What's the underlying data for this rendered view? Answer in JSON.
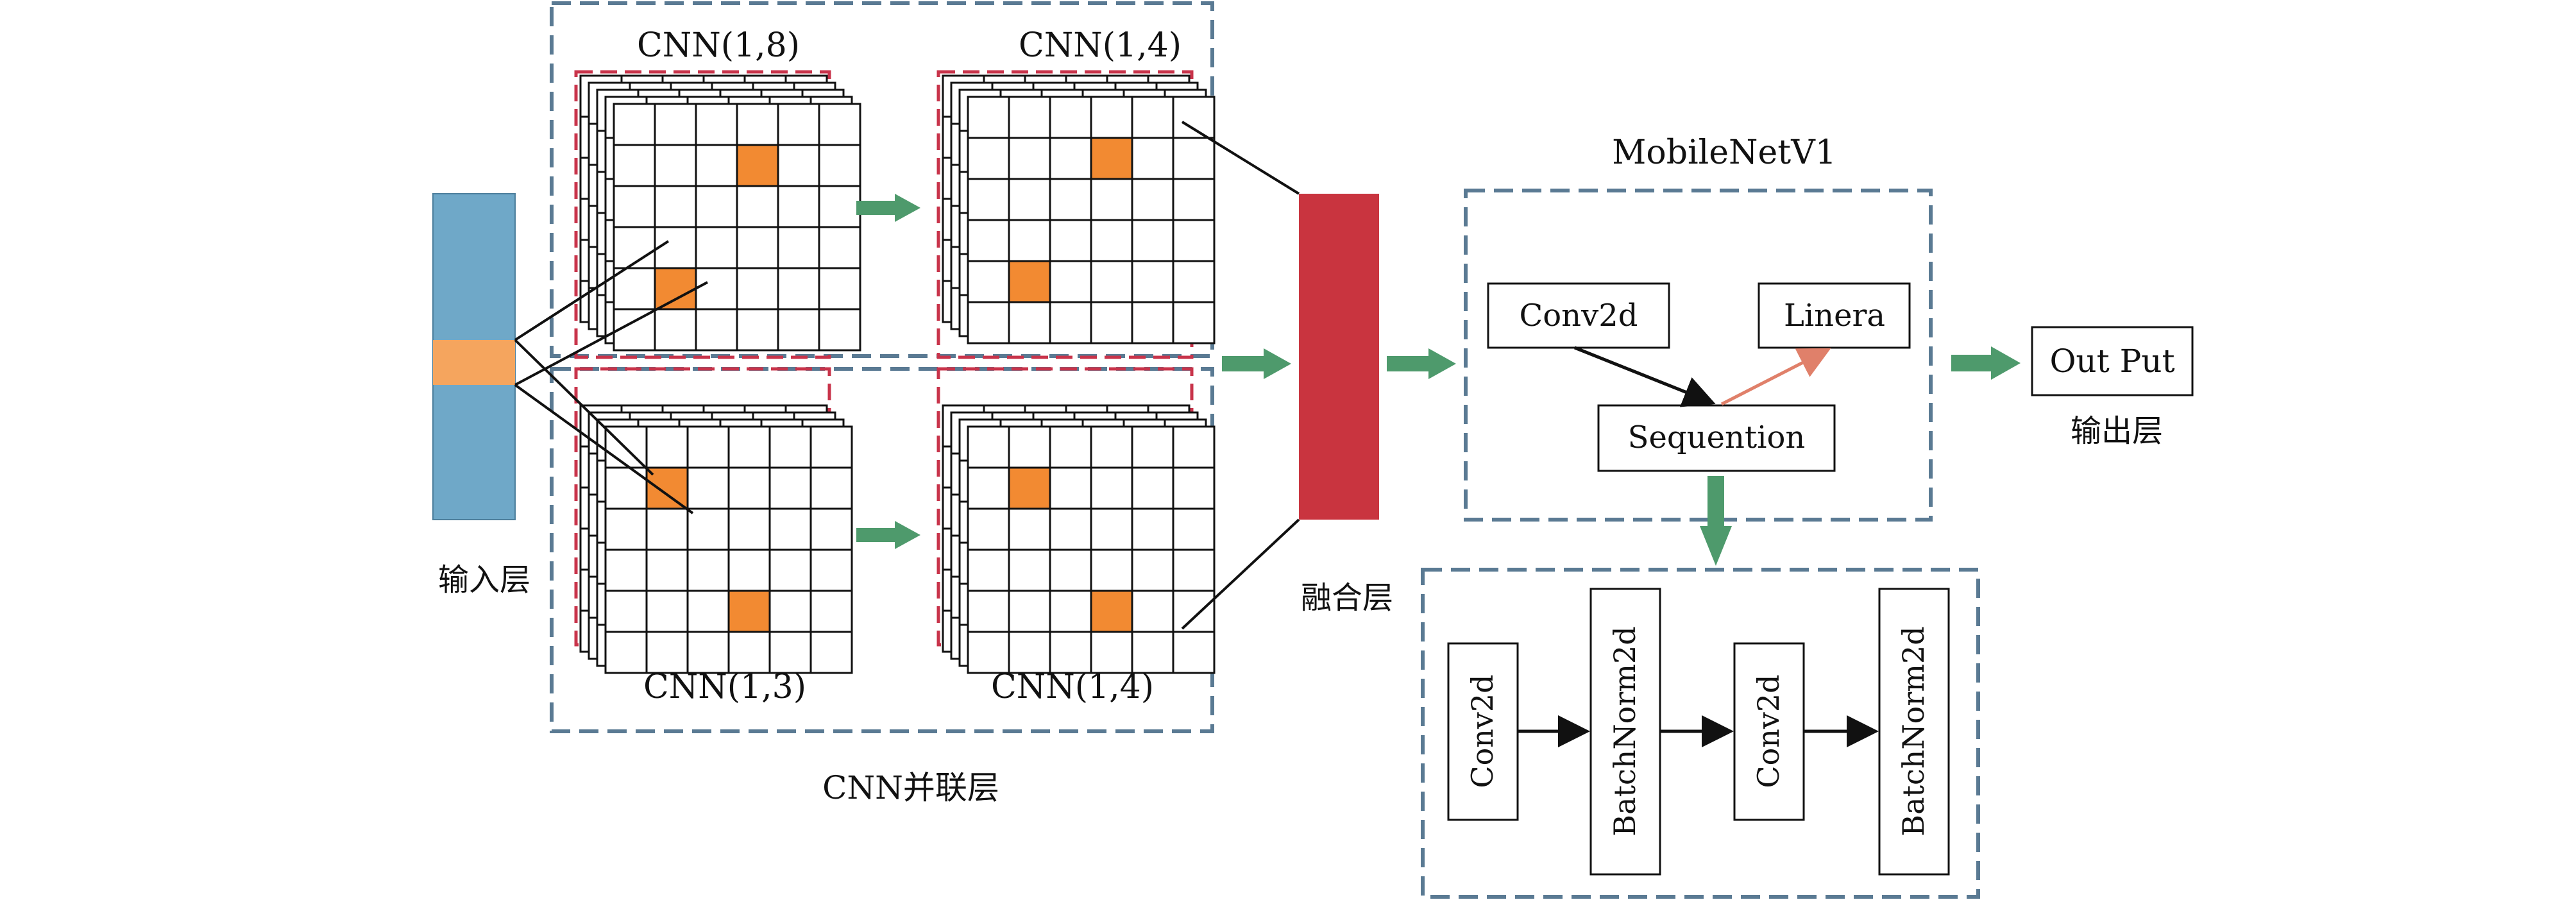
{
  "input_layer": {
    "label": "输入层"
  },
  "cnn_parallel": {
    "label": "CNN并联层",
    "blocks": [
      {
        "title": "CNN(1,8)"
      },
      {
        "title": "CNN(1,4)"
      },
      {
        "title": "CNN(1,3)"
      },
      {
        "title": "CNN(1,4)"
      }
    ]
  },
  "fusion_layer": {
    "label": "融合层"
  },
  "mobilenet": {
    "title": "MobileNetV1",
    "conv_label": "Conv2d",
    "linear_label": "Linera",
    "sequential_label": "Sequention"
  },
  "sequence_detail": {
    "items": [
      "Conv2d",
      "BatchNorm2d",
      "Conv2d",
      "BatchNorm2d"
    ]
  },
  "output": {
    "box_label": "Out Put",
    "caption": "输出层"
  },
  "colors": {
    "dashed_border": "#5a7a93",
    "red_dashed": "#c8334a",
    "input_bar": "#6fa8c8",
    "input_highlight": "#f5a55e",
    "cell_highlight": "#f28a32",
    "fusion": "#c9343f",
    "green_arrow": "#4e9a6c",
    "salmon_arrow": "#e0806a"
  },
  "icons": [
    "right-arrow-icon",
    "down-arrow-icon"
  ]
}
